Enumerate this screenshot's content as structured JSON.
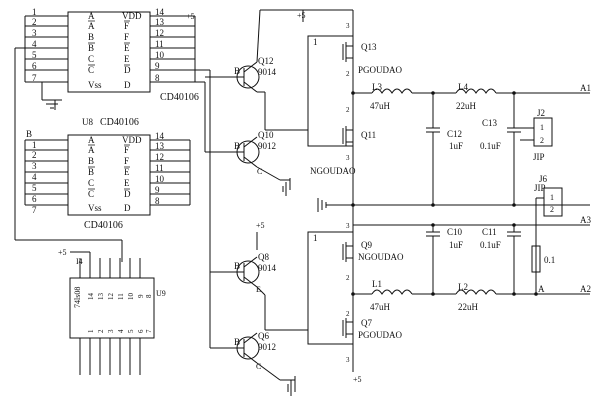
{
  "u7": {
    "left_pins": [
      "1",
      "2",
      "3",
      "4",
      "5",
      "6",
      "7"
    ],
    "left_names": [
      "A",
      "A",
      "B",
      "B",
      "C",
      "C",
      "Vss"
    ],
    "right_names": [
      "VDD",
      "F",
      "F",
      "E",
      "E",
      "D",
      "D"
    ],
    "right_pins": [
      "14",
      "13",
      "12",
      "11",
      "10",
      "9",
      "8"
    ],
    "name": "CD40106"
  },
  "u8": {
    "ref": "U8",
    "left_pins": [
      "1",
      "2",
      "3",
      "4",
      "5",
      "6",
      "7"
    ],
    "left_names": [
      "A",
      "A",
      "B",
      "B",
      "C",
      "C",
      "Vss"
    ],
    "right_names": [
      "VDD",
      "F",
      "F",
      "E",
      "E",
      "D",
      "D"
    ],
    "right_pins": [
      "14",
      "13",
      "12",
      "11",
      "10",
      "9",
      "8"
    ],
    "name": "CD40106",
    "side_label": "B"
  },
  "u9": {
    "ref": "U9",
    "part": "74ls08",
    "top_pins": [
      "14",
      "13",
      "12",
      "11",
      "10",
      "9",
      "8"
    ],
    "bottom_pins": [
      "1",
      "2",
      "3",
      "4",
      "5",
      "6",
      "7"
    ],
    "top_label": "I4",
    "vcc": "+5"
  },
  "power": {
    "vcc": "+5",
    "vcc_right": "+5"
  },
  "transistors": [
    {
      "ref": "Q12",
      "part": "9014",
      "pin": "B"
    },
    {
      "ref": "Q10",
      "part": "9012",
      "pin": "B",
      "pin2": "C"
    },
    {
      "ref": "Q8",
      "part": "9014",
      "pin": "B",
      "pin2": "E"
    },
    {
      "ref": "Q6",
      "part": "9012",
      "pin": "B",
      "pin2": "C"
    }
  ],
  "mosfets": [
    {
      "ref": "Q13",
      "part": "PGOUDAO"
    },
    {
      "ref": "Q11",
      "part": "NGOUDAO"
    },
    {
      "ref": "Q9",
      "part": "NGOUDAO"
    },
    {
      "ref": "Q7",
      "part": "PGOUDAO"
    }
  ],
  "inductors": [
    {
      "ref": "L3",
      "value": "47uH"
    },
    {
      "ref": "L4",
      "value": "22uH"
    },
    {
      "ref": "L1",
      "value": "47uH"
    },
    {
      "ref": "L2",
      "value": "22uH"
    }
  ],
  "capacitors": [
    {
      "ref": "C12",
      "value": "1uF"
    },
    {
      "ref": "C13",
      "value": "0.1uF"
    },
    {
      "ref": "C10",
      "value": "1uF"
    },
    {
      "ref": "C11",
      "value": "0.1uF"
    }
  ],
  "connectors": [
    {
      "ref": "J2",
      "label": "JIP",
      "pins": [
        "1",
        "2"
      ]
    },
    {
      "ref": "J6",
      "label": "JIP",
      "pins": [
        "1",
        "2"
      ]
    }
  ],
  "outputs": [
    "A1",
    "A3",
    "A2"
  ],
  "node_a": "A",
  "resistor": "0.1",
  "pin_numbers": {
    "one": "1",
    "two": "2",
    "three": "3"
  }
}
